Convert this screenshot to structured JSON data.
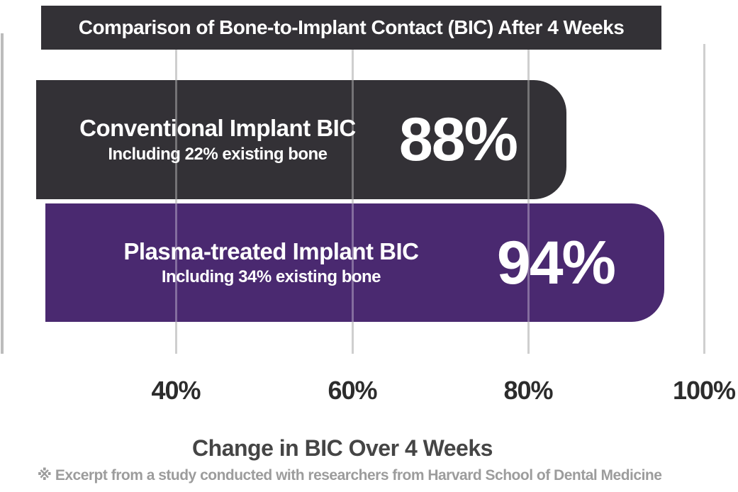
{
  "banner": {
    "title": "Comparison of Bone-to-Implant Contact (BIC) After 4 Weeks",
    "background": "#333136"
  },
  "bars": [
    {
      "label": "Conventional Implant BIC",
      "sublabel": "Including 22% existing bone",
      "value": "88%",
      "color": "#333136"
    },
    {
      "label": "Plasma-treated Implant BIC",
      "sublabel": "Including 34% existing bone",
      "value": "94%",
      "color": "#4A2970"
    }
  ],
  "axis": {
    "ticks": [
      "40%",
      "60%",
      "80%",
      "100%"
    ],
    "gridline_color": "#b9b9b9"
  },
  "caption": "Change in BIC Over 4 Weeks",
  "footnote": "※ Excerpt from a study conducted with researchers from Harvard School of Dental Medicine",
  "chart_data": {
    "type": "bar",
    "orientation": "horizontal",
    "title": "Comparison of Bone-to-Implant Contact (BIC) After 4 Weeks",
    "categories": [
      "Conventional Implant BIC",
      "Plasma-treated Implant BIC"
    ],
    "values": [
      88,
      94
    ],
    "value_labels": [
      "88%",
      "94%"
    ],
    "annotations": [
      "Including 22% existing bone",
      "Including 34% existing bone"
    ],
    "series_colors": [
      "#333136",
      "#4A2970"
    ],
    "x_ticks": [
      "40%",
      "60%",
      "80%",
      "100%"
    ],
    "xlim": [
      20,
      100
    ],
    "grid": true,
    "legend": false,
    "xlabel": "Change in BIC Over 4 Weeks",
    "footnote": "※ Excerpt from a study conducted with researchers from Harvard School of Dental Medicine"
  }
}
